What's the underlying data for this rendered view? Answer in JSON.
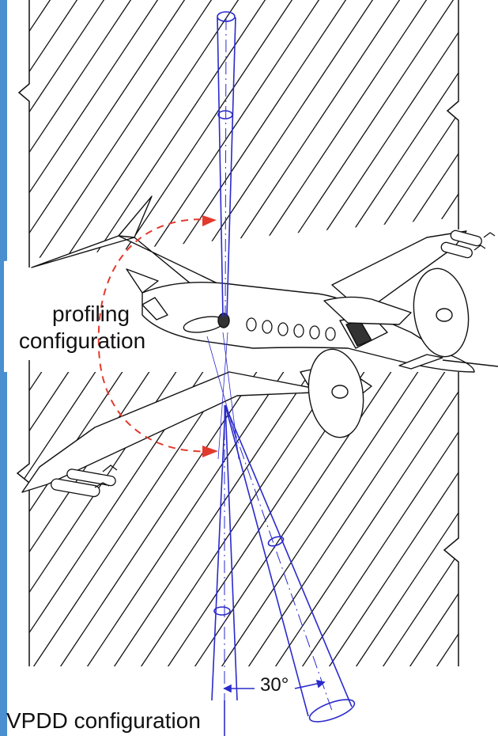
{
  "labels": {
    "profiling_line1": "profiling",
    "profiling_line2": "configuration",
    "vpdd": "VPDD configuration",
    "angle": "30°"
  },
  "colors": {
    "hatch": "#111111",
    "beam": "#2a2acc",
    "arc": "#e23b2e",
    "border_strip": "#4a8fcf",
    "aircraft_outline": "#111111"
  },
  "icons": {
    "aircraft": "twin-engine-turboprop-aircraft",
    "lidar_pods": "wing-mounted-instrument-pods"
  }
}
